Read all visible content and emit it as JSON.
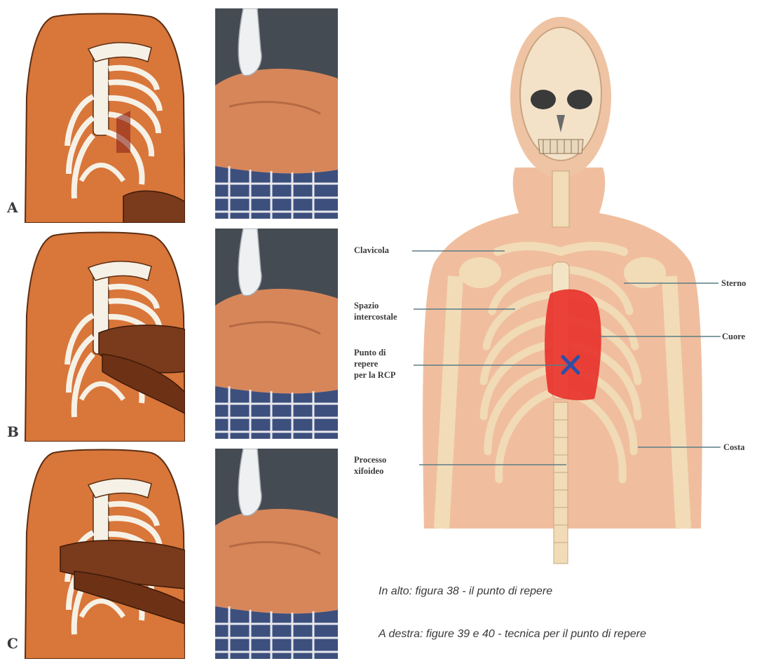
{
  "steps": [
    {
      "letter": "A"
    },
    {
      "letter": "B"
    },
    {
      "letter": "C"
    }
  ],
  "anatomy": {
    "labels": {
      "clavicola": "Clavicola",
      "sterno": "Sterno",
      "spazio_line1": "Spazio",
      "spazio_line2": "intercostale",
      "cuore": "Cuore",
      "punto_line1": "Punto di",
      "punto_line2": "repere",
      "punto_line3": "per la RCP",
      "processo_line1": "Processo",
      "processo_line2": "xifoideo",
      "costa": "Costa"
    },
    "colors": {
      "skin": "#e9b58e",
      "bone": "#f2dcb8",
      "heart": "#e8332c",
      "marker": "#2f4fa8"
    }
  },
  "captions": {
    "line1": "In alto: figura 38 - il punto di repere",
    "line2": "A destra: figure 39 e 40 - tecnica per il punto di repere"
  }
}
